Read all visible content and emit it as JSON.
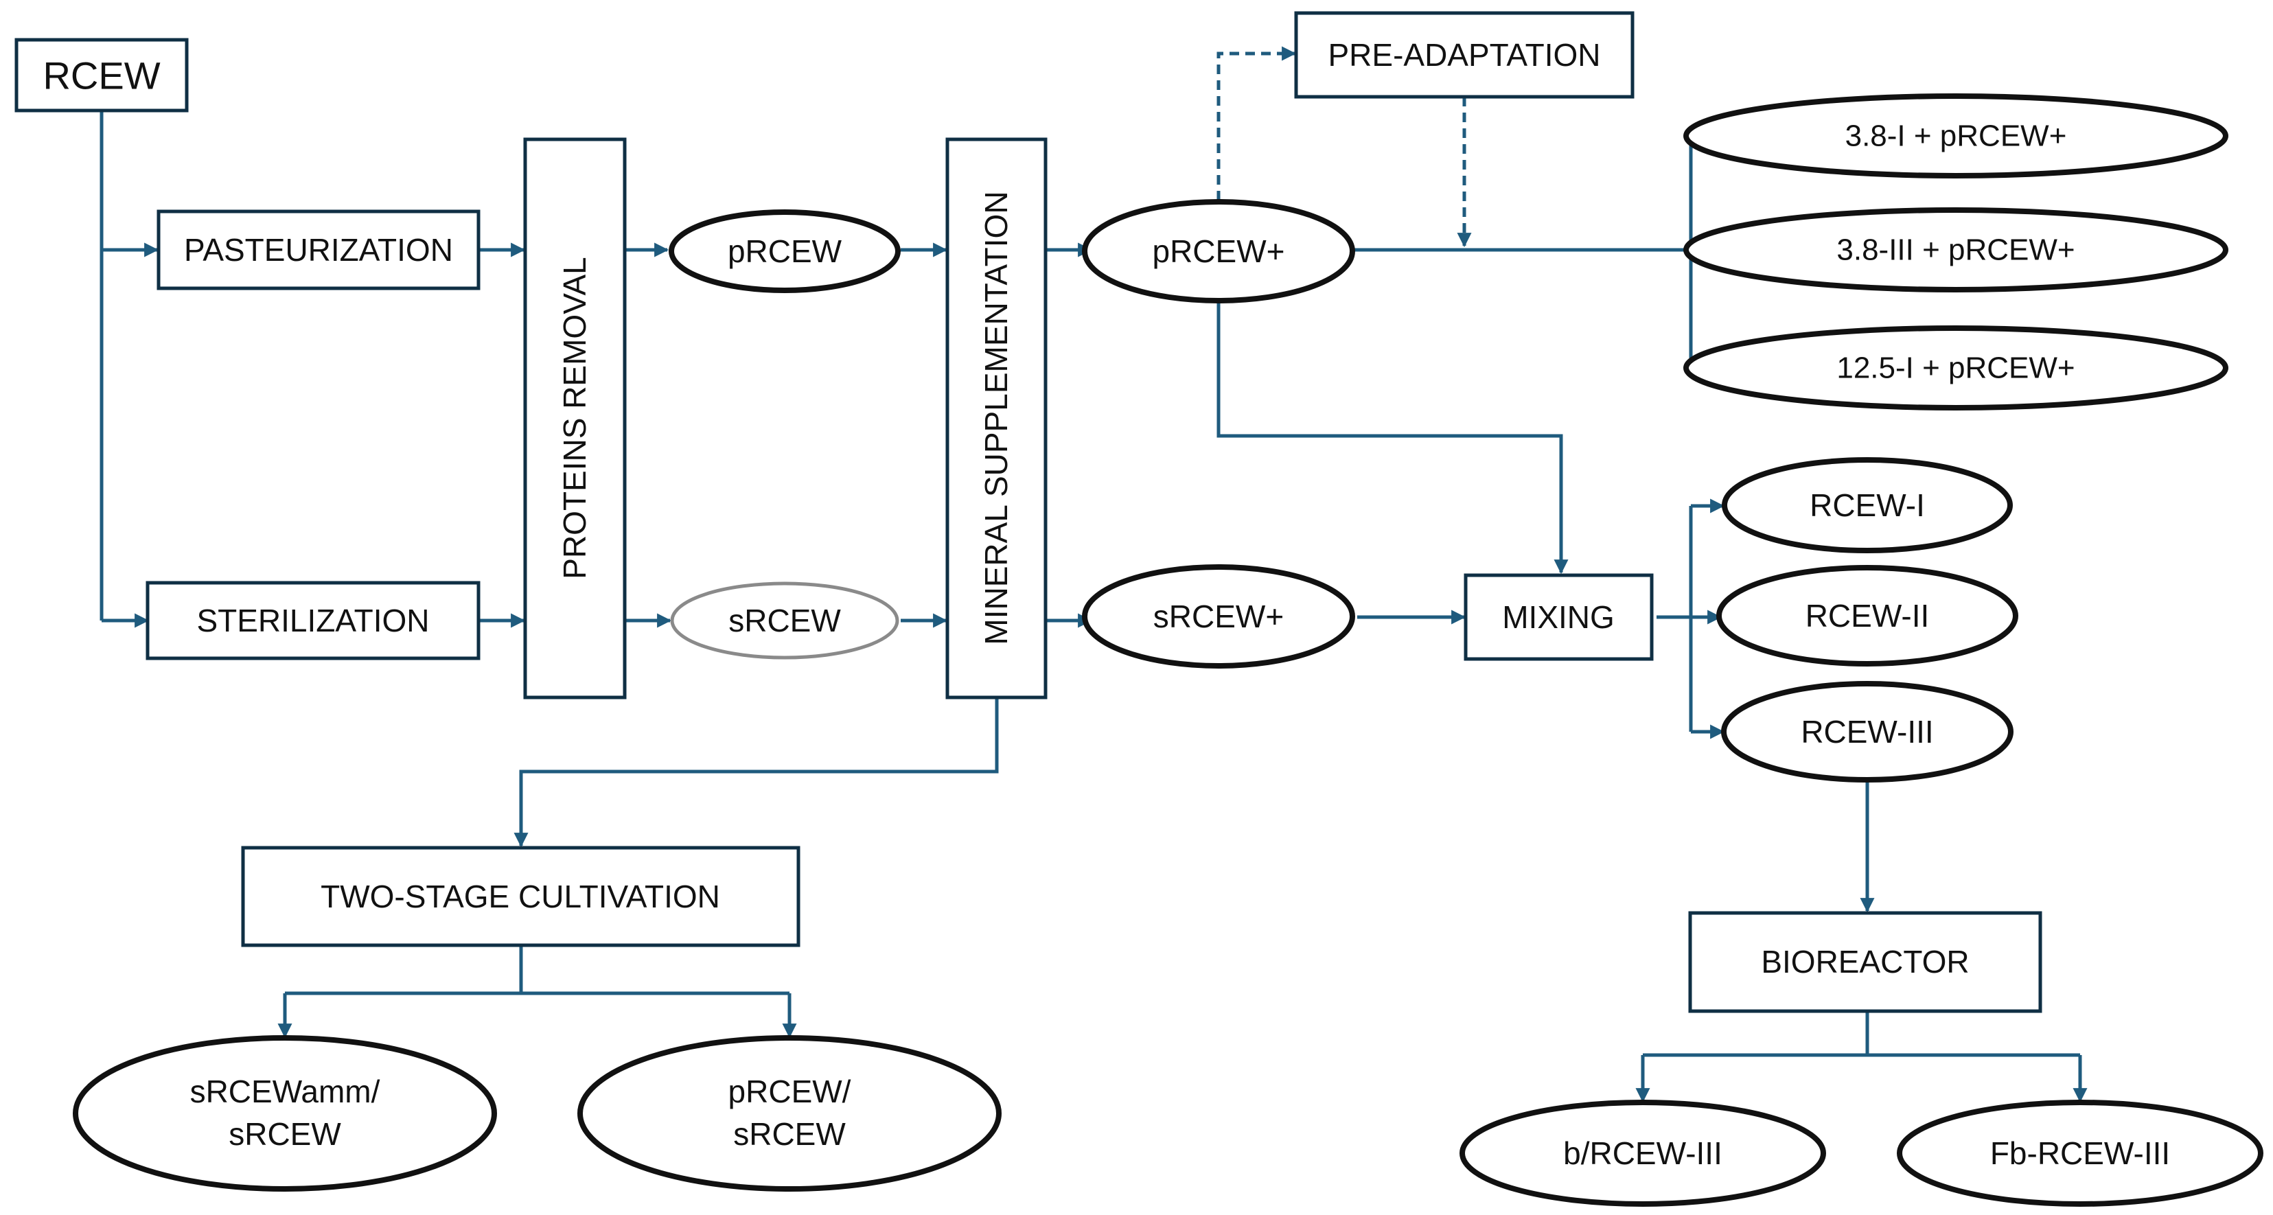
{
  "colors": {
    "arrow": "#1f5b7e",
    "box_stroke": "#0f2f44",
    "ellipse_stroke": "#111111",
    "ellipse_light_stroke": "#8a8a8a",
    "background": "#ffffff"
  },
  "nodes": {
    "rcew": "RCEW",
    "pasteurization": "PASTEURIZATION",
    "sterilization": "STERILIZATION",
    "proteins_removal": "PROTEINS REMOVAL",
    "prcew": "pRCEW",
    "srcew": "sRCEW",
    "mineral_supplementation": "MINERAL SUPPLEMENTATION",
    "prcew_plus": "pRCEW+",
    "srcew_plus": "sRCEW+",
    "pre_adaptation": "PRE-ADAPTATION",
    "strain_3_8_i": "3.8-I + pRCEW+",
    "strain_3_8_iii": "3.8-III + pRCEW+",
    "strain_12_5_i": "12.5-I + pRCEW+",
    "mixing": "MIXING",
    "rcew_i": "RCEW-I",
    "rcew_ii": "RCEW-II",
    "rcew_iii": "RCEW-III",
    "bioreactor": "BIOREACTOR",
    "b_rcew_iii": "b/RCEW-III",
    "fb_rcew_iii": "Fb-RCEW-III",
    "two_stage_cultivation": "TWO-STAGE CULTIVATION",
    "srcewamm_line1": "sRCEWamm/",
    "srcewamm_line2": "sRCEW",
    "prcew_srcew_line1": "pRCEW/",
    "prcew_srcew_line2": "sRCEW"
  }
}
